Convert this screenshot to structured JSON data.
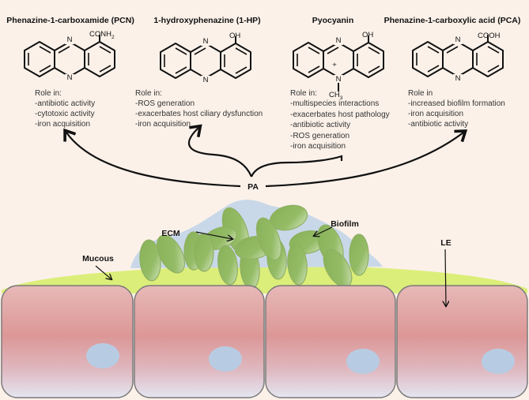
{
  "compounds": [
    {
      "title": "Phenazine-1-carboxamide (PCN)",
      "substituent": "CONH",
      "substituent_sub": "2",
      "ring_atoms": [
        "N",
        "N"
      ],
      "role_heading": "Role in:",
      "roles": [
        "-antibiotic activity",
        "-cytotoxic activity",
        "-iron acquisition"
      ]
    },
    {
      "title": "1-hydroxyphenazine (1-HP)",
      "substituent": "OH",
      "ring_atoms": [
        "N",
        "N"
      ],
      "role_heading": "Role in:",
      "roles": [
        "-ROS generation",
        "-exacerbates host ciliary dysfunction",
        "-iron acquisition"
      ]
    },
    {
      "title": "Pyocyanin",
      "substituent": "OH",
      "ring_atoms": [
        "N",
        "N"
      ],
      "charge": "+",
      "methyl": "CH",
      "methyl_sub": "3",
      "role_heading": "Role in:",
      "roles": [
        "-multispecies interactions",
        "-exacerbates host pathology",
        "-antibiotic activity",
        "-ROS generation",
        "-iron acquisition"
      ]
    },
    {
      "title": "Phenazine-1-carboxylic acid (PCA)",
      "substituent": "COOH",
      "ring_atoms": [
        "N",
        "N"
      ],
      "role_heading": "Role in",
      "roles": [
        "-increased biofilm formation",
        "-iron acquisition",
        "-antibiotic activity"
      ]
    }
  ],
  "labels": {
    "pa": "PA",
    "ecm": "ECM",
    "biofilm": "Biofilm",
    "mucous": "Mucous",
    "le": "LE"
  },
  "colors": {
    "background": "#fbf1e9",
    "mucous": "#dcee7a",
    "ecm": "#c9d8e8",
    "bacteria": "#8db85a",
    "cell_top": "#e7b8b6",
    "cell_mid": "#dc9796",
    "cell_bottom": "#e4e6f0",
    "nucleus": "#b7cce3"
  }
}
